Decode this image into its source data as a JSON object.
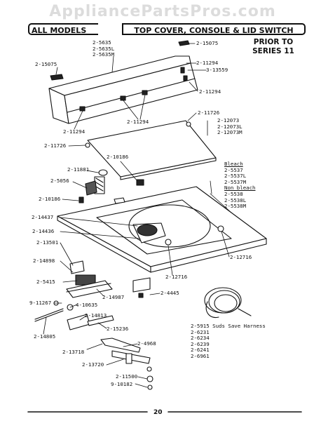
{
  "watermark": "AppliancePartsPros.com",
  "header": {
    "model_label": "ALL MODELS",
    "title": "TOP COVER, CONSOLE & LID SWITCH"
  },
  "note": {
    "line1": "PRIOR TO",
    "line2": "SERIES 11"
  },
  "parts": {
    "console": [
      "2-5635",
      "2-5635L",
      "2-5635M"
    ],
    "p15075_top": "2-15075",
    "p15075_left": "2-15075",
    "p11294_top": "2-11294",
    "p13559": "3-13559",
    "p11294_right": "2-11294",
    "p11294_left": "2-11294",
    "p11294_mid": "2-11294",
    "p11726_right": "2-11726",
    "lid": [
      "2-12073",
      "2-12073L",
      "2-12073M"
    ],
    "p11726_left": "2-11726",
    "p10186_a": "2-10186",
    "p11881": "2-11881",
    "p5056": "2-5056",
    "p10186_b": "2-10186",
    "bleach_label": "Bleach",
    "bleach": [
      "2-5537",
      "2-5537L",
      "2-5537M"
    ],
    "nonbleach_label": "Non bleach",
    "nonbleach": [
      "2-5538",
      "2-5538L",
      "2-5538M"
    ],
    "p14437": "2-14437",
    "p14436": "2-14436",
    "p13501": "2-13501",
    "p14898": "2-14898",
    "p12716_right": "2-12716",
    "p12716_mid": "2-12716",
    "p5415": "2-5415",
    "p14987": "2-14987",
    "p4445": "2-4445",
    "p11267": "9-11267",
    "p10635": "4-10635",
    "p14813": "2-14813",
    "p14805": "2-14805",
    "p15236": "2-15236",
    "p4968": "2-4968",
    "p13718": "2-13718",
    "p13720": "2-13720",
    "p11500": "2-11500",
    "p10182": "9-10182",
    "harness_title": "2-5915 Suds Save Harness",
    "harness": [
      "2-6231",
      "2-6234",
      "2-6239",
      "2-6241",
      "2-6961"
    ]
  },
  "page_number": "20"
}
